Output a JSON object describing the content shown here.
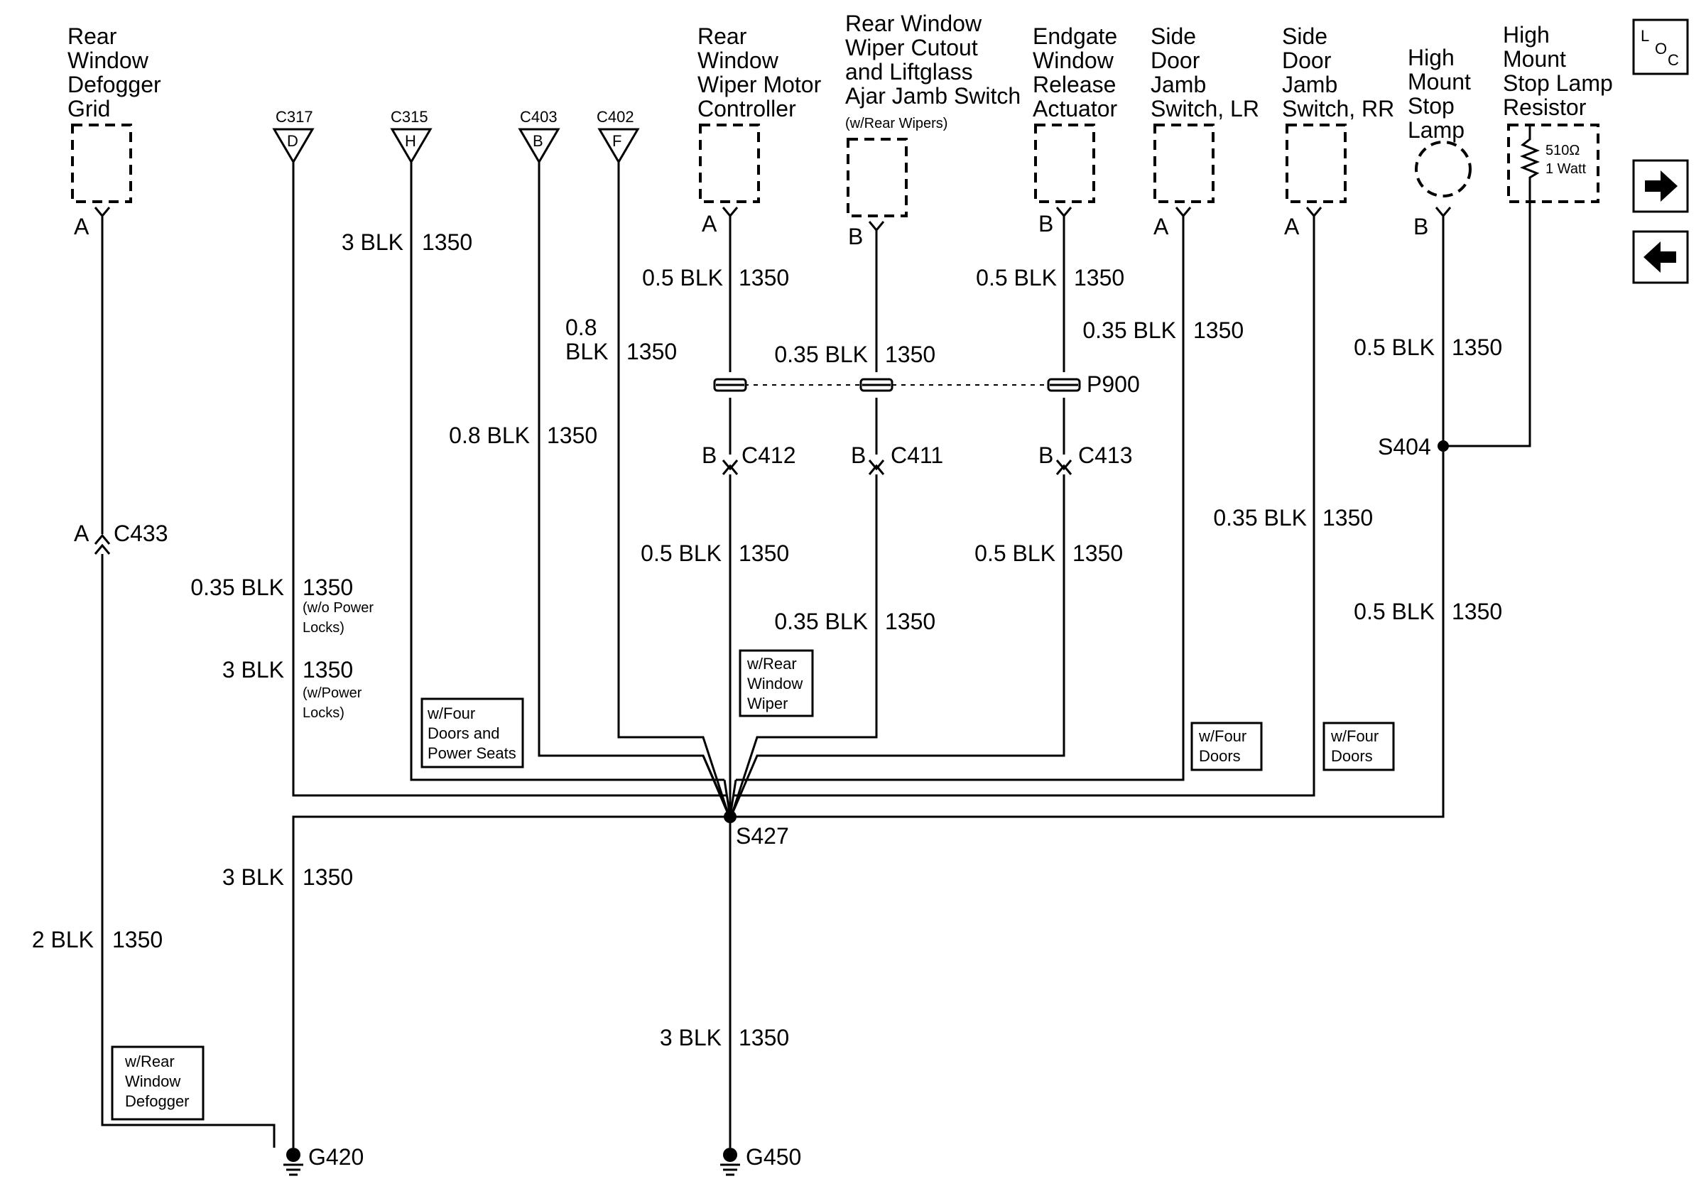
{
  "components": [
    {
      "id": "defogger",
      "lines": [
        "Rear",
        "Window",
        "Defogger",
        "Grid"
      ],
      "pin": "A"
    },
    {
      "id": "wiper-motor",
      "lines": [
        "Rear",
        "Window",
        "Wiper Motor",
        "Controller"
      ],
      "pin": "A"
    },
    {
      "id": "liftglass",
      "lines": [
        "Rear Window",
        "Wiper Cutout",
        "and Liftglass",
        "Ajar Jamb Switch"
      ],
      "note": "(w/Rear Wipers)",
      "pin": "B"
    },
    {
      "id": "endgate",
      "lines": [
        "Endgate",
        "Window",
        "Release",
        "Actuator"
      ],
      "pin": "B"
    },
    {
      "id": "jamb-lr",
      "lines": [
        "Side",
        "Door",
        "Jamb",
        "Switch, LR"
      ],
      "pin": "A"
    },
    {
      "id": "jamb-rr",
      "lines": [
        "Side",
        "Door",
        "Jamb",
        "Switch, RR"
      ],
      "pin": "A"
    },
    {
      "id": "stop-lamp",
      "lines": [
        "High",
        "Mount",
        "Stop",
        "Lamp"
      ],
      "pin": "B"
    },
    {
      "id": "stop-resistor",
      "lines": [
        "High",
        "Mount",
        "Stop Lamp",
        "Resistor"
      ],
      "resistor": [
        "510Ω",
        "1 Watt"
      ]
    }
  ],
  "connectors_top": [
    {
      "name": "C317",
      "pin": "D"
    },
    {
      "name": "C315",
      "pin": "H"
    },
    {
      "name": "C403",
      "pin": "B"
    },
    {
      "name": "C402",
      "pin": "F"
    }
  ],
  "wire_labels": {
    "c315_size": "3 BLK",
    "c315_circuit": "1350",
    "wm_upper_size": "0.5 BLK",
    "wm_upper_circuit": "1350",
    "c402_size1": "0.8",
    "c402_size2": "BLK",
    "c402_circuit": "1350",
    "lg_upper_size": "0.35 BLK",
    "lg_upper_circuit": "1350",
    "eg_upper_size": "0.5 BLK",
    "eg_upper_circuit": "1350",
    "lr_size": "0.35 BLK",
    "lr_circuit": "1350",
    "sl_upper_size": "0.5 BLK",
    "sl_upper_circuit": "1350",
    "c403_size": "0.8 BLK",
    "c403_circuit": "1350",
    "rr_size": "0.35 BLK",
    "rr_circuit": "1350",
    "wm_lower_size": "0.5 BLK",
    "wm_lower_circuit": "1350",
    "eg_lower_size": "0.5 BLK",
    "eg_lower_circuit": "1350",
    "c317_a_size": "0.35 BLK",
    "c317_a_circuit": "1350",
    "c317_a_note1": "(w/o Power",
    "c317_a_note2": "Locks)",
    "c317_b_size": "3 BLK",
    "c317_b_circuit": "1350",
    "c317_b_note1": "(w/Power",
    "c317_b_note2": "Locks)",
    "sl_lower_size": "0.5 BLK",
    "sl_lower_circuit": "1350",
    "lg_lower_size": "0.35 BLK",
    "lg_lower_circuit": "1350",
    "g420_size": "3 BLK",
    "g420_circuit": "1350",
    "def_size": "2 BLK",
    "def_circuit": "1350",
    "g450_size": "3 BLK",
    "g450_circuit": "1350"
  },
  "inline_connectors": {
    "c412": {
      "name": "C412",
      "pin": "B"
    },
    "c411": {
      "name": "C411",
      "pin": "B"
    },
    "c413": {
      "name": "C413",
      "pin": "B"
    },
    "c433": {
      "name": "C433",
      "pin": "A"
    },
    "p900": "P900"
  },
  "splices": {
    "s404": "S404",
    "s427": "S427"
  },
  "grounds": {
    "g420": "G420",
    "g450": "G450"
  },
  "option_boxes": {
    "four_doors_seats": [
      "w/Four",
      "Doors and",
      "Power Seats"
    ],
    "rear_wiper": [
      "w/Rear",
      "Window",
      "Wiper"
    ],
    "four_doors_lr": [
      "w/Four",
      "Doors"
    ],
    "four_doors_rr": [
      "w/Four",
      "Doors"
    ],
    "rear_defogger": [
      "w/Rear",
      "Window",
      "Defogger"
    ]
  },
  "nav": {
    "loc_l": "L",
    "loc_o": "O",
    "loc_c": "C"
  }
}
